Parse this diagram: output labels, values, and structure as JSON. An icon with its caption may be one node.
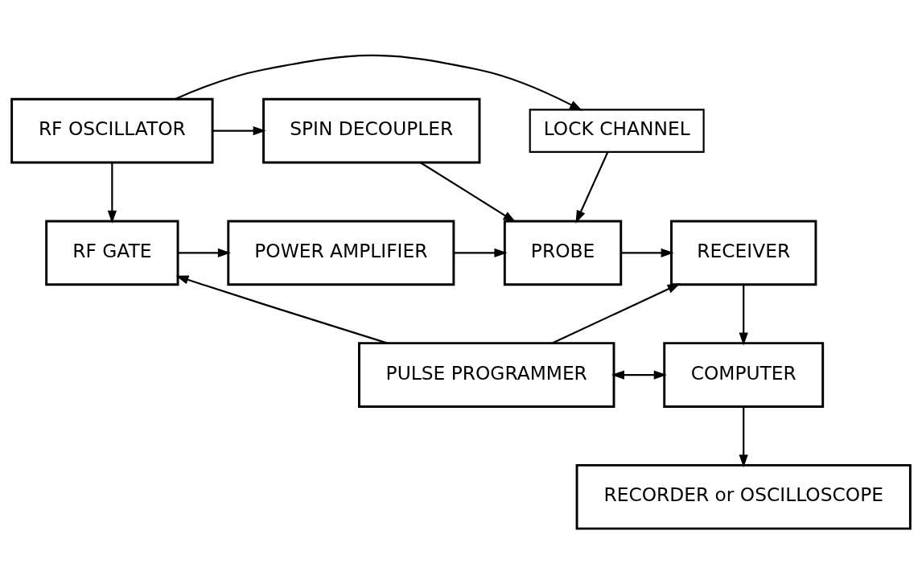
{
  "diagram": {
    "nodes": [
      {
        "text": [
          "RF OSCILLATOR"
        ]
      },
      {
        "text": [
          "LOCK CHANNEL"
        ]
      },
      {
        "text": [
          "SPIN DECOUPLER"
        ]
      },
      {
        "text": [
          "RF GATE"
        ]
      },
      {
        "text": [
          "POWER AMPLIFIER"
        ]
      },
      {
        "text": [
          "PROBE"
        ]
      },
      {
        "text": [
          "RECEIVER"
        ]
      },
      {
        "text": [
          "PULSE PROGRAMMER"
        ]
      },
      {
        "text": [
          "COMPUTER"
        ]
      },
      {
        "text": [
          "RECORDER or OSCILLOSCOPE"
        ]
      }
    ],
    "edges": [
      {
        "from": 0,
        "to": 2,
        "arrow": "to"
      },
      {
        "from": 0,
        "to": 1,
        "arrow": "to"
      },
      {
        "from": 1,
        "to": 5,
        "arrow": "to"
      },
      {
        "from": 2,
        "to": 5,
        "arrow": "to"
      },
      {
        "from": 0,
        "to": 3,
        "arrow": "to"
      },
      {
        "from": 3,
        "to": 4,
        "arrow": "to"
      },
      {
        "from": 4,
        "to": 5,
        "arrow": "to"
      },
      {
        "from": 5,
        "to": 6,
        "arrow": "to"
      },
      {
        "from": 7,
        "to": 3,
        "arrow": "to"
      },
      {
        "from": 7,
        "to": 6,
        "arrow": "to"
      },
      {
        "from": 7,
        "to": 8,
        "arrow": "both"
      },
      {
        "from": 6,
        "to": 8,
        "arrow": "to"
      },
      {
        "from": 8,
        "to": 9,
        "arrow": "to"
      }
    ]
  }
}
